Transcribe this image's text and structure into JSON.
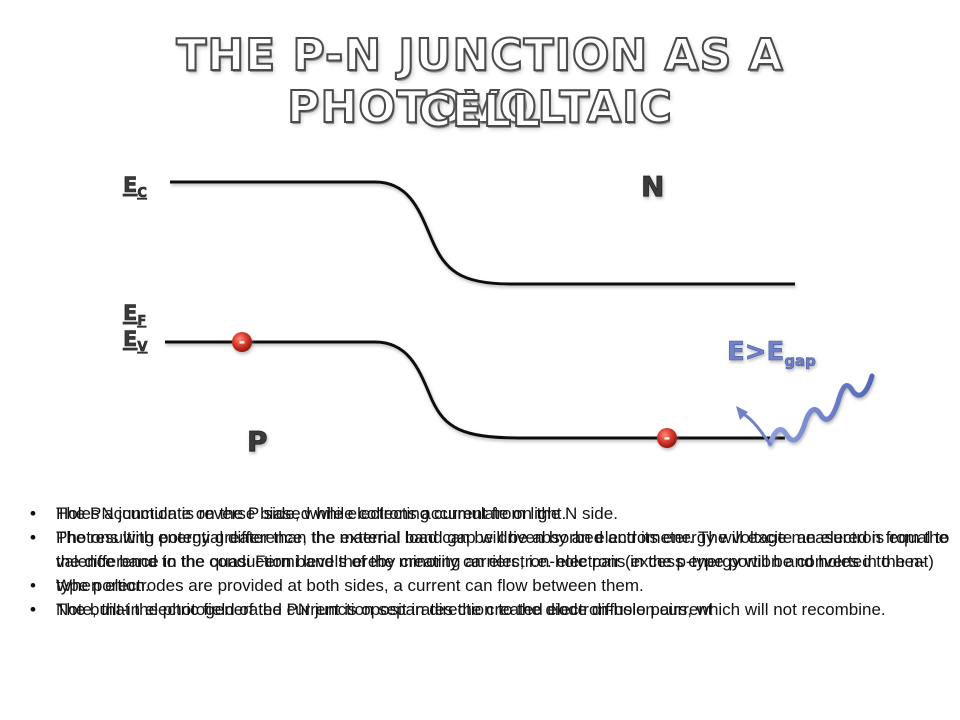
{
  "title": {
    "line1": "THE P-N JUNCTION AS A PHOTOVOLTAIC",
    "line2": "CELL"
  },
  "diagram": {
    "label_ec_main": "E",
    "label_ec_sub": "C",
    "label_ef_main": "E",
    "label_ef_sub": "F",
    "label_ev_main": "E",
    "label_ev_sub": "V",
    "label_n": "N",
    "label_p": "P",
    "photon_main": "E>E",
    "photon_sub": "gap",
    "carrier_symbol": "-"
  },
  "bullets_layer1": [
    "The PN junction is reverse biased while collecting current from light.",
    "The resulting potential difference, the external load can be driven by an electrometer. The voltage measured is equal to the difference in the quasi Fermi levels of the minority carriers, i.e. electrons in the p-type portion and holes in the n-type portion.",
    "The built-in electric field of the PN junction separates the created electron-hole pairs, which will not recombine."
  ],
  "bullets_layer2": [
    "Holes accumulate on the P side, while electrons accumulate on the N side.",
    "Photons with energy greater than the material band gap will be absorbed and its energy will excite an electron from the valence band to the conduction band thereby creating an electron-hole pair (excess energy will be converted to heat)",
    "When electrodes are provided at both sides, a current can flow between them.",
    "Note, that the photogenerated current is oposit in direction to the diode diffusion current"
  ],
  "colors": {
    "band_line": "#111111",
    "fermi_dash": "#7b7bd0",
    "photon": "#6f82c8",
    "carrier_fill": "#d9372b",
    "label_fill": "#3a3a3a"
  }
}
